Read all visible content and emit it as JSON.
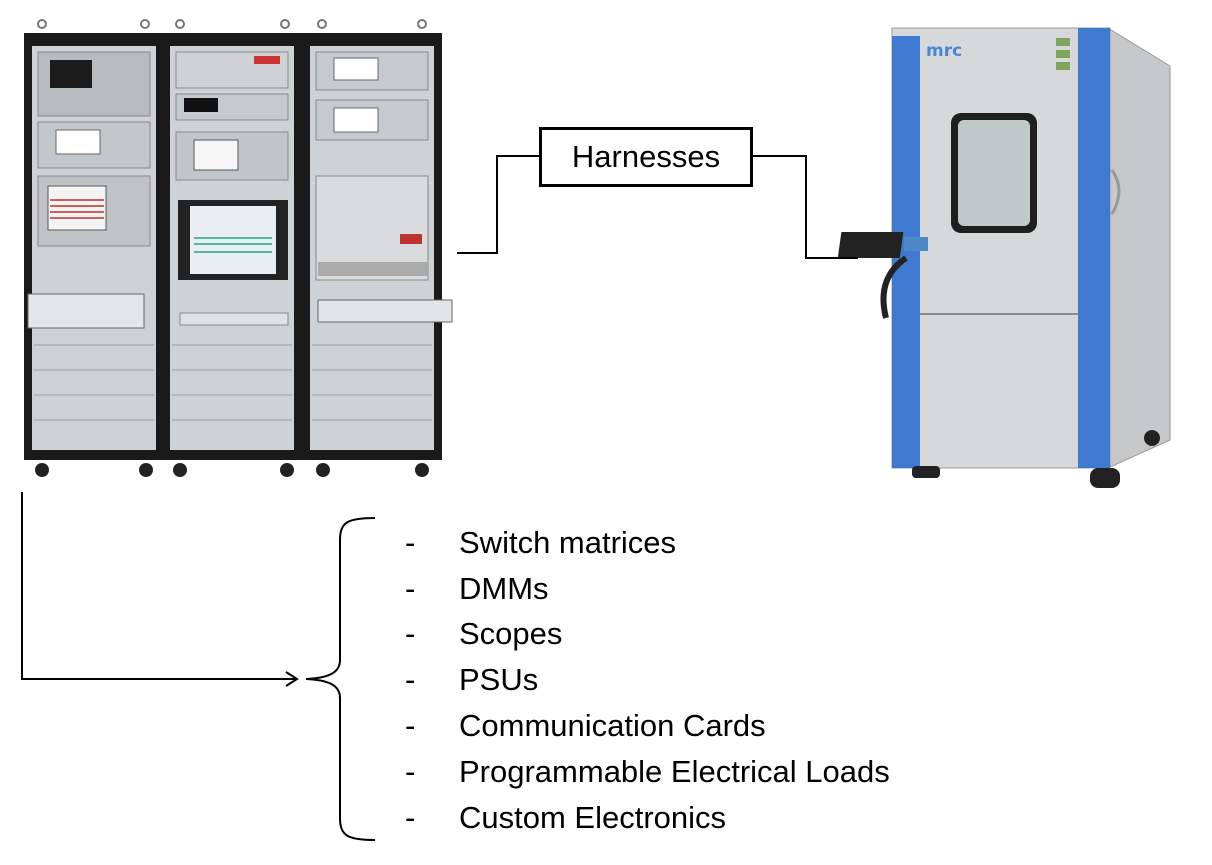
{
  "harness_label": "Harnesses",
  "brand_logo": "mrc",
  "equipment_list": [
    "Switch matrices",
    "DMMs",
    "Scopes",
    "PSUs",
    "Communication Cards",
    "Programmable Electrical Loads",
    "Custom Electronics"
  ],
  "bullet": "-",
  "colors": {
    "rack_frame": "#1a1a1a",
    "rack_panel": "#c9ccce",
    "chamber_blue": "#3f7ad0",
    "chamber_body": "#d6d8da"
  }
}
